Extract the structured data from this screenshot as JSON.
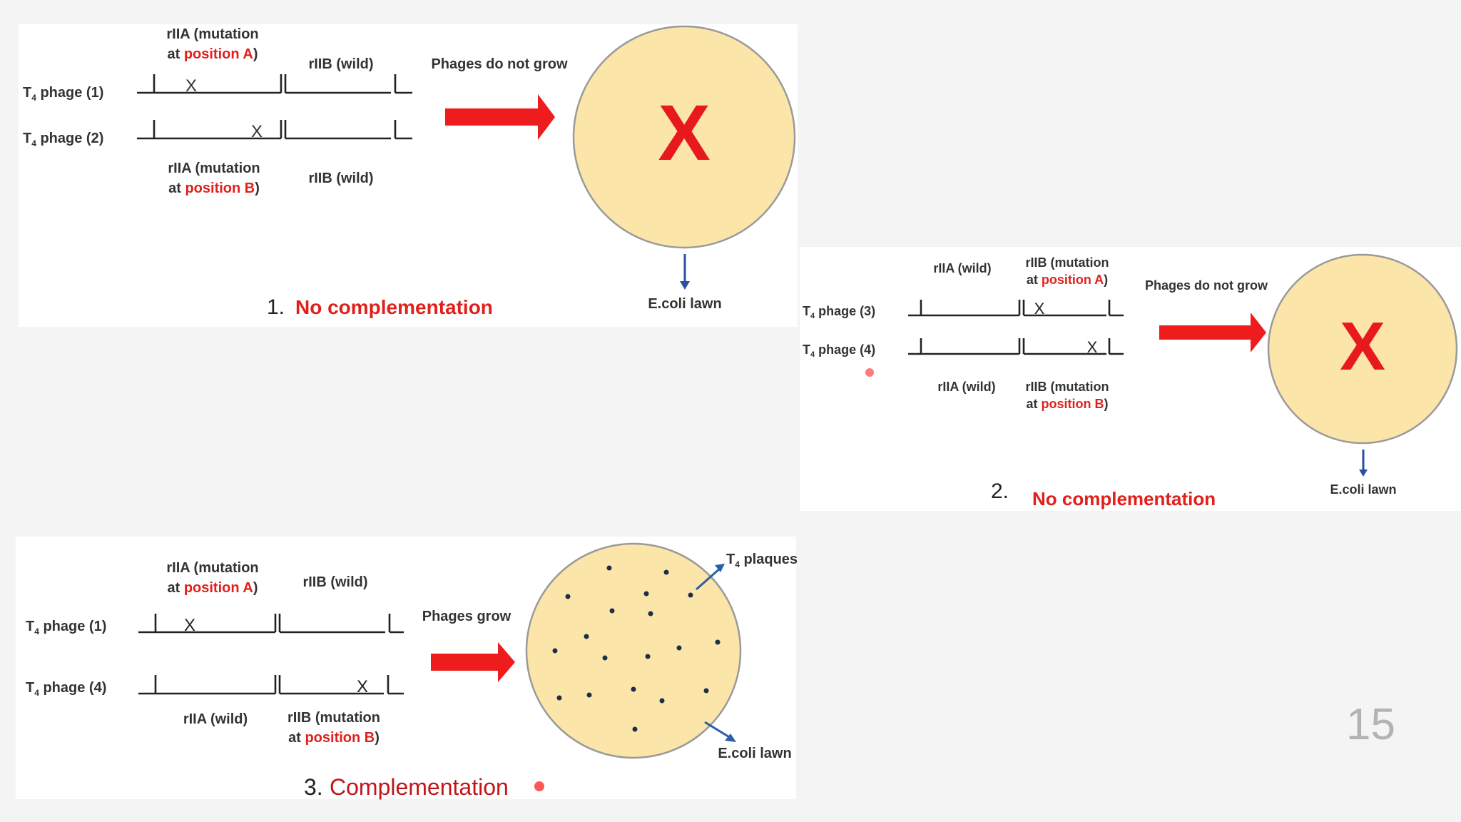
{
  "slide_number": "15",
  "colors": {
    "accent_red": "#e0201b",
    "plate_fill": "#fbe5a8",
    "plate_border": "#9a9a9a",
    "arrow_blue": "#2a4f9e"
  },
  "panels": [
    {
      "caption_number": "1.",
      "caption_text": "No complementation",
      "phage_top": {
        "label": "T",
        "subscript": "4",
        "suffix": " phage (1)"
      },
      "phage_bottom": {
        "label": "T",
        "subscript": "4",
        "suffix": " phage (2)"
      },
      "top_left_label": {
        "line1": "rIIA (mutation",
        "line2_prefix": "at ",
        "line2_highlight": "position A",
        "line2_suffix": ")"
      },
      "top_right_label": "rIIB (wild)",
      "bottom_left_label": {
        "line1": "rIIA (mutation",
        "line2_prefix": "at ",
        "line2_highlight": "position B",
        "line2_suffix": ")"
      },
      "bottom_right_label": "rIIB (wild)",
      "growth_label": "Phages do not grow",
      "plate_label": "E.coli lawn",
      "mutation_mark": "X",
      "plate_mark": "X"
    },
    {
      "caption_number": "2.",
      "caption_text": "No complementation",
      "phage_top": {
        "label": "T",
        "subscript": "4",
        "suffix": " phage (3)"
      },
      "phage_bottom": {
        "label": "T",
        "subscript": "4",
        "suffix": " phage (4)"
      },
      "top_left_label": "rIIA (wild)",
      "top_right_label": {
        "line1": "rIIB (mutation",
        "line2_prefix": "at ",
        "line2_highlight": "position A",
        "line2_suffix": ")"
      },
      "bottom_left_label": "rIIA (wild)",
      "bottom_right_label": {
        "line1": "rIIB (mutation",
        "line2_prefix": "at ",
        "line2_highlight": "position B",
        "line2_suffix": ")"
      },
      "growth_label": "Phages do not grow",
      "plate_label": "E.coli lawn",
      "mutation_mark": "X",
      "plate_mark": "X"
    },
    {
      "caption_number": "3.",
      "caption_text": "Complementation",
      "phage_top": {
        "label": "T",
        "subscript": "4",
        "suffix": " phage (1)"
      },
      "phage_bottom": {
        "label": "T",
        "subscript": "4",
        "suffix": " phage (4)"
      },
      "top_left_label": {
        "line1": "rIIA (mutation",
        "line2_prefix": "at ",
        "line2_highlight": "position A",
        "line2_suffix": ")"
      },
      "top_right_label": "rIIB (wild)",
      "bottom_left_label": "rIIA (wild)",
      "bottom_right_label": {
        "line1": "rIIB (mutation",
        "line2_prefix": "at ",
        "line2_highlight": "position B",
        "line2_suffix": ")"
      },
      "growth_label": "Phages grow",
      "plaques_label": {
        "label": "T",
        "subscript": "4",
        "suffix": " plaques"
      },
      "plate_label": "E.coli lawn",
      "mutation_mark": "X"
    }
  ]
}
